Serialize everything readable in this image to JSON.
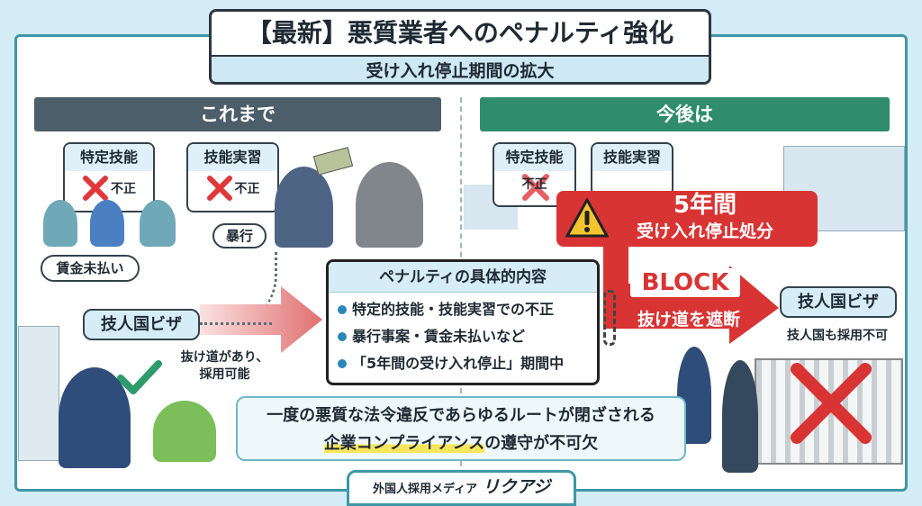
{
  "title": {
    "main": "【最新】悪質業者へのペナルティ強化",
    "sub": "受け入れ停止期間の拡大"
  },
  "before": {
    "header": "これまで",
    "card1": {
      "title": "特定技能",
      "status": "不正"
    },
    "card2": {
      "title": "技能実習",
      "status": "不正"
    },
    "bubble_violence": "暴行",
    "bubble_wages": "賃金未払い",
    "visa_bubble": "技人国ビザ",
    "visa_note_1": "抜け道があり、",
    "visa_note_2": "採用可能"
  },
  "penalty": {
    "title": "ペナルティの具体的内容",
    "items": [
      "特定的技能・技能実習での不正",
      "暴行事案・賃金未払いなど",
      "「5年間の受け入れ停止」期間中"
    ]
  },
  "after": {
    "header": "今後は",
    "card1": {
      "title": "特定技能",
      "status": "不正"
    },
    "card2": {
      "title": "技能実習"
    },
    "banner_years": "5年間",
    "banner_text": "受け入れ停止処分",
    "block_label": "BLOCK",
    "block_text": "抜け道を遮断",
    "visa_bubble": "技人国ビザ",
    "visa_note": "技人国も採用不可"
  },
  "message": {
    "line1": "一度の悪質な法令違反であらゆるルートが閉ざされる",
    "line2_highlight": "企業コンプライアンス",
    "line2_rest": "の遵守が不可欠"
  },
  "footer": {
    "media": "外国人採用メディア",
    "brand": "リクアジ"
  },
  "colors": {
    "before_header": "#4b5e69",
    "after_header": "#2f8c6c",
    "red": "#d83434",
    "teal": "#3f97a8"
  }
}
